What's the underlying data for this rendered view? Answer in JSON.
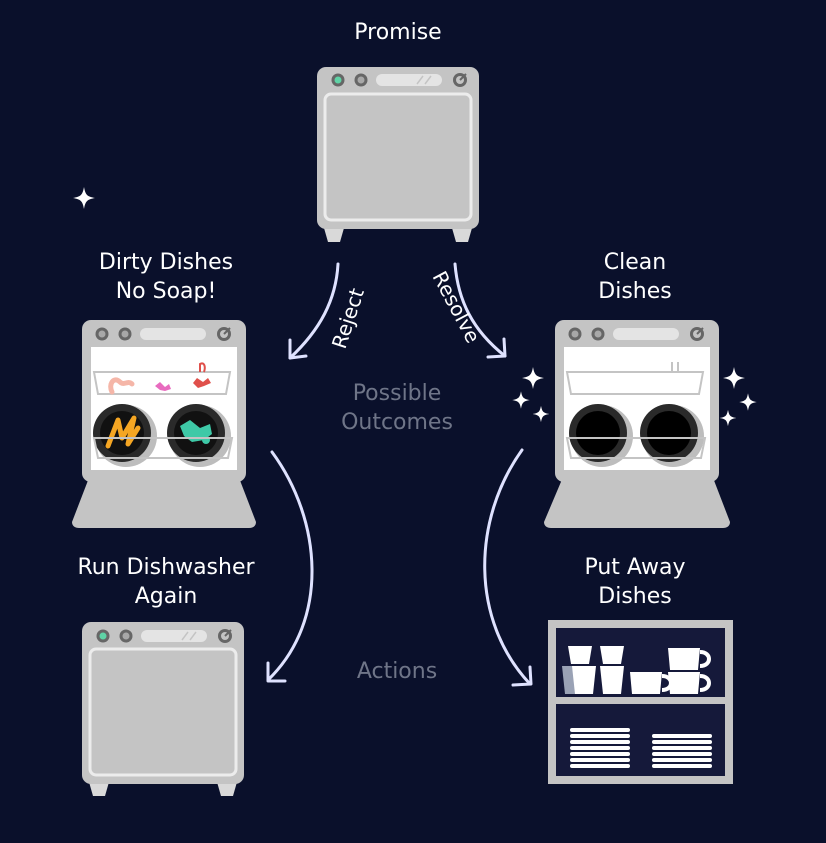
{
  "title": "Promise",
  "outcomes": {
    "reject": {
      "arrow_label": "Reject",
      "state_lines": [
        "Dirty Dishes",
        "No Soap!"
      ],
      "action_lines": [
        "Run Dishwasher",
        "Again"
      ]
    },
    "resolve": {
      "arrow_label": "Resolve",
      "state_lines": [
        "Clean",
        "Dishes"
      ],
      "action_lines": [
        "Put Away",
        "Dishes"
      ]
    }
  },
  "center_labels": {
    "outcomes_lines": [
      "Possible",
      "Outcomes"
    ],
    "actions": "Actions"
  },
  "colors": {
    "background": "#0a102b",
    "appliance_body": "#c4c4c4",
    "appliance_rim": "#9a9a9a",
    "interior": "#ffffff",
    "arrow": "#dfe2ff",
    "muted_text": "#6f7588",
    "power_light": "#5fd3a6",
    "stain_yellow": "#f5a623",
    "stain_teal": "#3ec9a7",
    "stain_pink": "#e86bbf",
    "stain_red": "#e0504b"
  },
  "icons": [
    "dishwasher-closed-icon",
    "dishwasher-open-dirty-icon",
    "dishwasher-open-clean-icon",
    "dish-shelf-icon",
    "sparkle-icon"
  ]
}
